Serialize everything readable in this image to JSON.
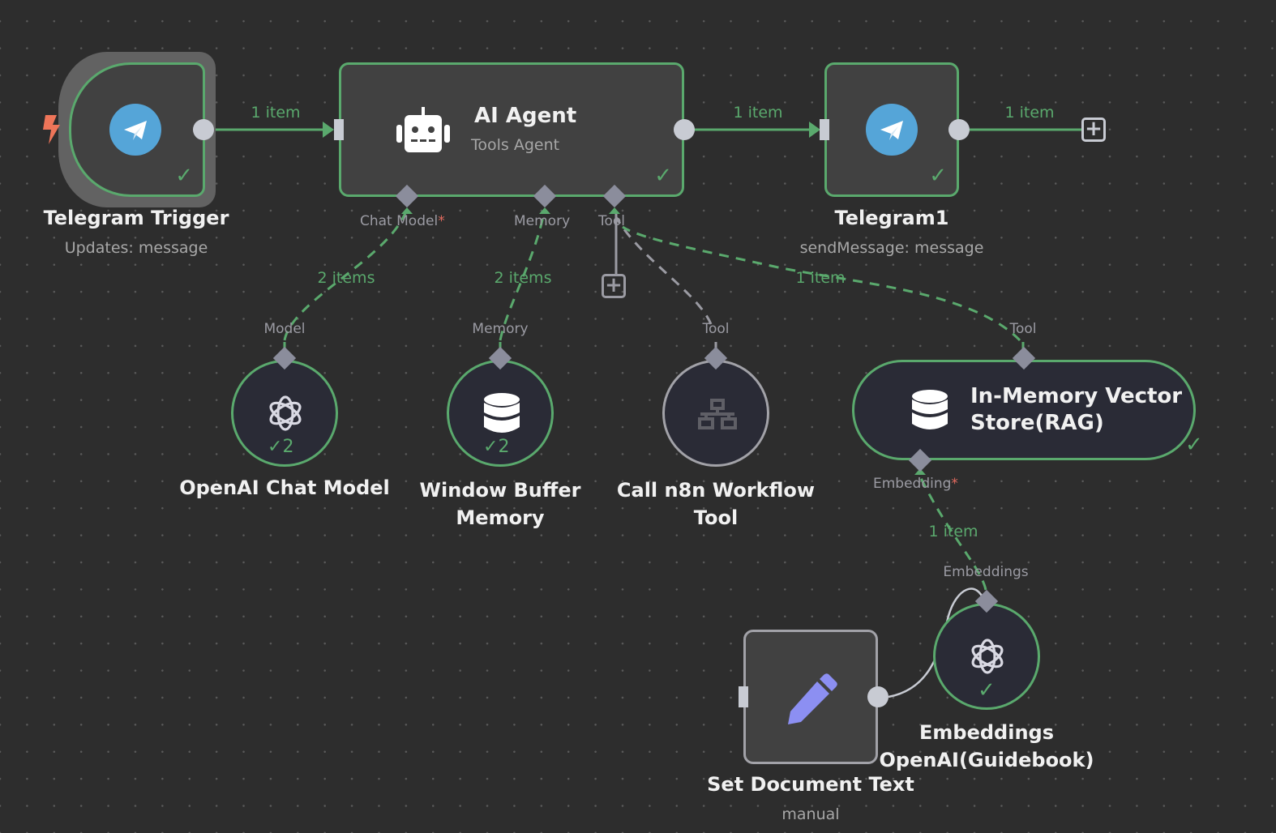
{
  "canvas": {
    "accent_success": "#5aa96d",
    "background": "#2d2d2d"
  },
  "nodes": {
    "telegram_trigger": {
      "title": "Telegram Trigger",
      "subtitle": "Updates: message",
      "icon": "telegram-icon",
      "status": "success",
      "trigger_icon": "lightning-bolt-icon"
    },
    "ai_agent": {
      "title": "AI Agent",
      "subtitle": "Tools Agent",
      "icon": "robot-icon",
      "status": "success",
      "ports": {
        "chat_model": "Chat Model",
        "chat_model_required": "*",
        "memory": "Memory",
        "tool": "Tool"
      }
    },
    "telegram1": {
      "title": "Telegram1",
      "subtitle": "sendMessage: message",
      "icon": "telegram-icon",
      "status": "success"
    },
    "openai_chat_model": {
      "title": "OpenAI Chat Model",
      "port_label": "Model",
      "icon": "openai-icon",
      "run_count": "2",
      "status": "success"
    },
    "window_buffer_memory": {
      "title_line1": "Window Buffer",
      "title_line2": "Memory",
      "port_label": "Memory",
      "icon": "database-icon",
      "run_count": "2",
      "status": "success"
    },
    "call_workflow_tool": {
      "title_line1": "Call n8n Workflow",
      "title_line2": "Tool",
      "port_label": "Tool",
      "icon": "sitemap-icon",
      "status": "idle"
    },
    "vector_store": {
      "title_line1": "In-Memory Vector",
      "title_line2": "Store(RAG)",
      "port_label": "Tool",
      "icon": "database-icon",
      "status": "success",
      "ports": {
        "embedding": "Embedding",
        "embedding_required": "*"
      }
    },
    "embeddings_openai": {
      "title_line1": "Embeddings",
      "title_line2": "OpenAI(Guidebook)",
      "port_label": "Embeddings",
      "icon": "openai-icon",
      "status": "success"
    },
    "set_document_text": {
      "title": "Set Document Text",
      "subtitle": "manual",
      "icon": "pencil-icon",
      "status": "idle"
    }
  },
  "edges": {
    "trigger_to_agent": "1 item",
    "agent_to_telegram1": "1 item",
    "telegram1_out": "1 item",
    "model_to_agent": "2 items",
    "memory_to_agent": "2 items",
    "vector_to_agent": "1 item",
    "embeddings_to_vector": "1 item"
  },
  "glyphs": {
    "check": "✓",
    "plus": "+"
  }
}
